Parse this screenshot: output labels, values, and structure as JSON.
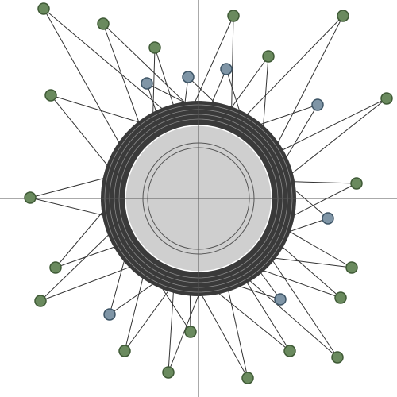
{
  "colors": {
    "background": "#ffffff",
    "axis": "#555555",
    "ring_dark": "#3a3a3a",
    "ring_line": "#8a8a8a",
    "inner_fill": "#cfcfcf",
    "inner_stroke": "#555555",
    "spoke": "#333333",
    "node_green": "#6a8a5e",
    "node_green_edge": "#3f5a36",
    "node_blue": "#7f95a6",
    "node_blue_edge": "#3e5566"
  },
  "nodes": [
    {
      "id": "n01",
      "kind": "green"
    },
    {
      "id": "n02",
      "kind": "green"
    },
    {
      "id": "n03",
      "kind": "green"
    },
    {
      "id": "n04",
      "kind": "green"
    },
    {
      "id": "n05",
      "kind": "blue"
    },
    {
      "id": "n06",
      "kind": "blue"
    },
    {
      "id": "n07",
      "kind": "blue"
    },
    {
      "id": "n08",
      "kind": "green"
    },
    {
      "id": "n09",
      "kind": "green"
    },
    {
      "id": "n10",
      "kind": "green"
    },
    {
      "id": "n11",
      "kind": "green"
    },
    {
      "id": "n12",
      "kind": "blue"
    },
    {
      "id": "n13",
      "kind": "green"
    },
    {
      "id": "n14",
      "kind": "green"
    },
    {
      "id": "n15",
      "kind": "green"
    },
    {
      "id": "n16",
      "kind": "blue"
    },
    {
      "id": "n17",
      "kind": "green"
    },
    {
      "id": "n18",
      "kind": "green"
    },
    {
      "id": "n19",
      "kind": "blue"
    },
    {
      "id": "n20",
      "kind": "green"
    },
    {
      "id": "n21",
      "kind": "blue"
    },
    {
      "id": "n22",
      "kind": "green"
    },
    {
      "id": "n23",
      "kind": "green"
    },
    {
      "id": "n24",
      "kind": "green"
    },
    {
      "id": "n25",
      "kind": "green"
    },
    {
      "id": "n26",
      "kind": "green"
    },
    {
      "id": "n27",
      "kind": "green"
    }
  ]
}
